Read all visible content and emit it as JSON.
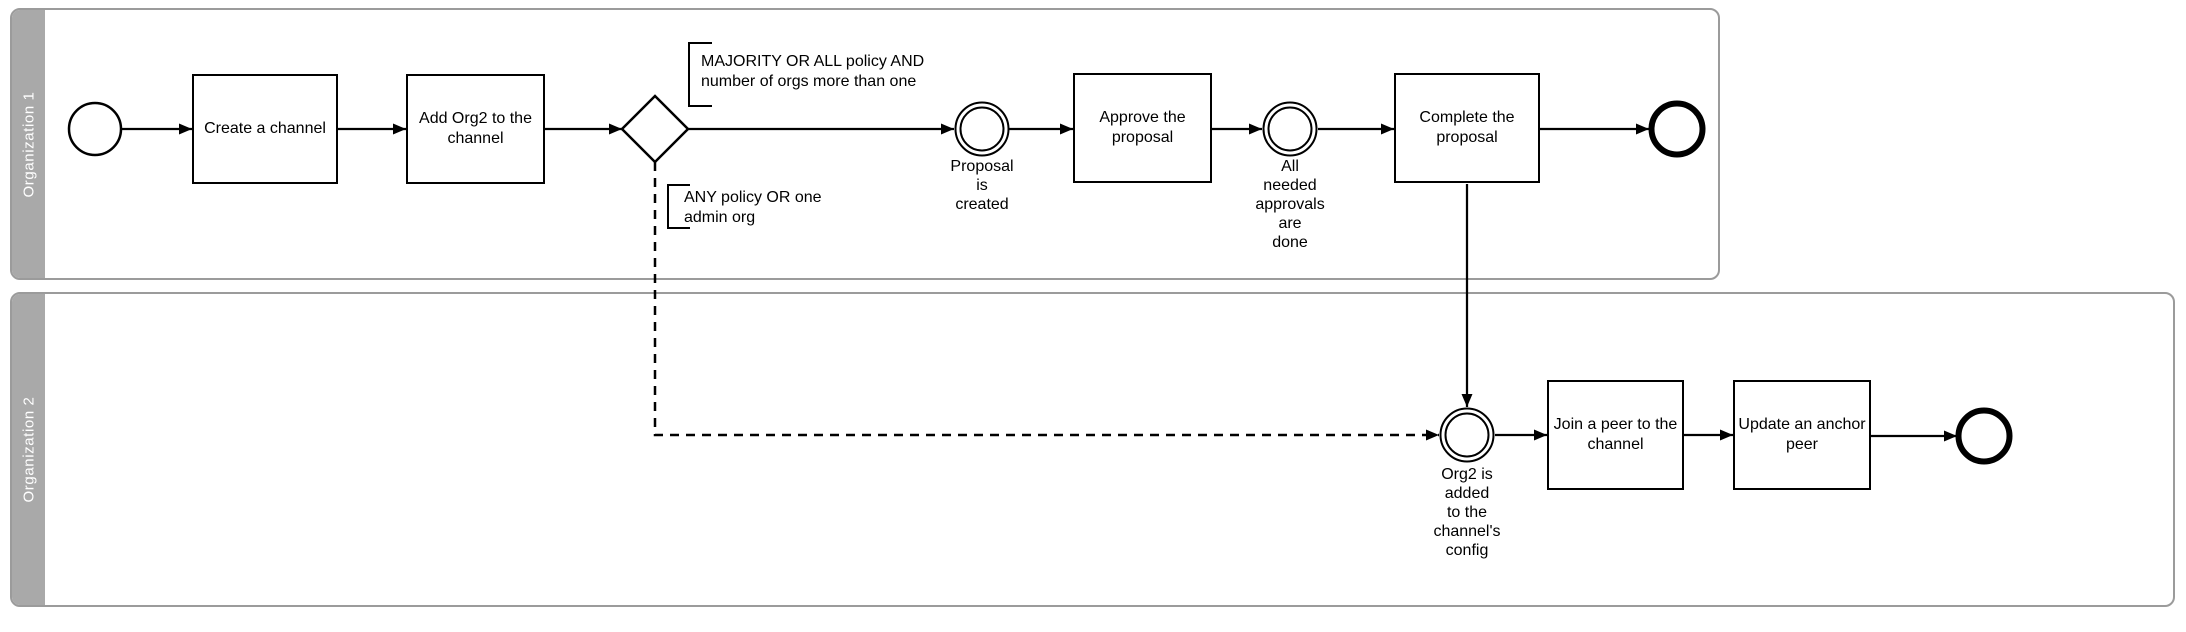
{
  "diagram": {
    "type": "bpmn-swimlane-process",
    "lanes": [
      {
        "label": "Organization 1"
      },
      {
        "label": "Organization 2"
      }
    ],
    "tasks": {
      "create_channel": {
        "label": "Create a channel",
        "lines": [
          "Create a channel"
        ]
      },
      "add_org2": {
        "label": "Add Org2 to the channel",
        "lines": [
          "Add Org2 to the",
          "channel"
        ]
      },
      "approve": {
        "label": "Approve the proposal",
        "lines": [
          "Approve the",
          "proposal"
        ]
      },
      "complete": {
        "label": "Complete the proposal",
        "lines": [
          "Complete the",
          "proposal"
        ]
      },
      "join_peer": {
        "label": "Join a peer to the channel",
        "lines": [
          "Join a peer to the",
          "channel"
        ]
      },
      "update_anchor": {
        "label": "Update an anchor peer",
        "lines": [
          "Update an anchor",
          "peer"
        ]
      }
    },
    "events": {
      "proposal_created": {
        "label": "Proposal is created",
        "lines": [
          "Proposal",
          "is",
          "created"
        ]
      },
      "approvals_done": {
        "label": "All needed approvals are done",
        "lines": [
          "All",
          "needed",
          "approvals",
          "are",
          "done"
        ]
      },
      "org2_added": {
        "label": "Org2 is added to the channel's config",
        "lines": [
          "Org2 is",
          "added",
          "to the",
          "channel's",
          "config"
        ]
      }
    },
    "annotations": {
      "majority": {
        "lines": [
          "MAJORITY OR ALL policy AND",
          "number of orgs more than one"
        ]
      },
      "any": {
        "lines": [
          "ANY policy OR one",
          "admin org"
        ]
      }
    },
    "flows": [
      {
        "from": "start-event",
        "to": "create_channel",
        "style": "solid"
      },
      {
        "from": "create_channel",
        "to": "add_org2",
        "style": "solid"
      },
      {
        "from": "add_org2",
        "to": "gateway",
        "style": "solid"
      },
      {
        "from": "gateway",
        "to": "proposal_created",
        "style": "solid",
        "condition": "MAJORITY OR ALL policy AND number of orgs more than one"
      },
      {
        "from": "proposal_created",
        "to": "approve",
        "style": "solid"
      },
      {
        "from": "approve",
        "to": "approvals_done",
        "style": "solid"
      },
      {
        "from": "approvals_done",
        "to": "complete",
        "style": "solid"
      },
      {
        "from": "complete",
        "to": "end-event-org1",
        "style": "solid"
      },
      {
        "from": "complete",
        "to": "org2_added",
        "style": "solid"
      },
      {
        "from": "gateway",
        "to": "org2_added",
        "style": "dashed",
        "condition": "ANY policy OR one admin org"
      },
      {
        "from": "org2_added",
        "to": "join_peer",
        "style": "solid"
      },
      {
        "from": "join_peer",
        "to": "update_anchor",
        "style": "solid"
      },
      {
        "from": "update_anchor",
        "to": "end-event-org2",
        "style": "solid"
      }
    ],
    "colors": {
      "background": "#ffffff",
      "lane_border": "#9b9b9b",
      "lane_bar": "#a9a9a9",
      "lane_label_text": "#ffffff",
      "shape_stroke": "#000000",
      "shape_fill": "#ffffff",
      "text": "#000000"
    }
  }
}
